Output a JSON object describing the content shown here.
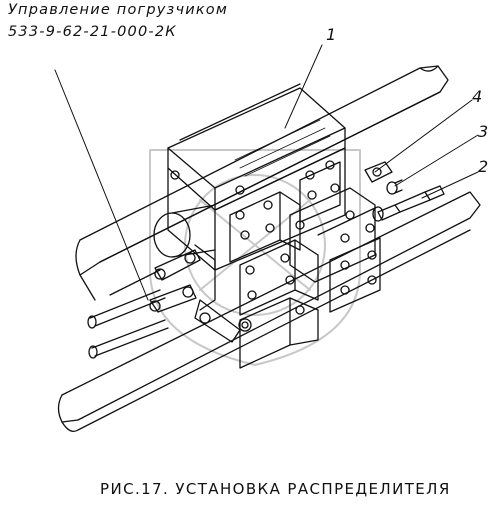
{
  "header": {
    "title": "Управление погрузчиком",
    "code": "533-9-62-21-000-2К"
  },
  "callouts": [
    "1",
    "4",
    "3",
    "2"
  ],
  "caption": "РИС.17. УСТАНОВКА РАСПРЕДЕЛИТЕЛЯ",
  "colors": {
    "ink": "#111111",
    "watermark": "#c8c8c8",
    "paper": "#ffffff"
  }
}
